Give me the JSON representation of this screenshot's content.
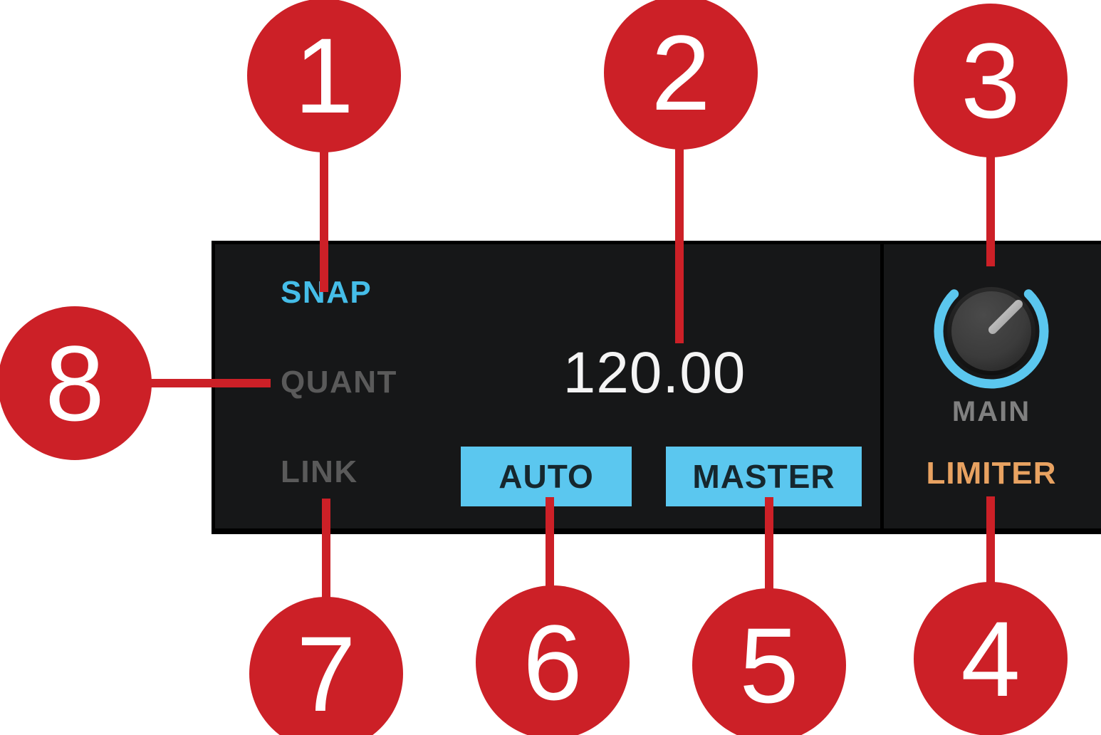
{
  "panel": {
    "name": "transport-tempo-panel",
    "background_color": "#161718",
    "border_color": "#000000",
    "toggles": [
      {
        "id": "snap",
        "label": "SNAP",
        "state": "on",
        "color": "#45bde8"
      },
      {
        "id": "quant",
        "label": "QUANT",
        "state": "off",
        "color": "#5a5a5a"
      },
      {
        "id": "link",
        "label": "LINK",
        "state": "off",
        "color": "#5a5a5a"
      }
    ],
    "tempo": {
      "value": "120.00",
      "color": "#f4f4f4"
    },
    "buttons": [
      {
        "id": "auto",
        "label": "AUTO",
        "state": "on",
        "background": "#5bc7ef",
        "text_color": "#16272e"
      },
      {
        "id": "master",
        "label": "MASTER",
        "state": "on",
        "background": "#5bc7ef",
        "text_color": "#16272e"
      }
    ],
    "main_section": {
      "knob": {
        "icon": "rotary-knob-icon",
        "label": "MAIN",
        "label_color": "#808080",
        "arc_color": "#5bc7ef",
        "body_color": "#3a3a3a",
        "pointer_color": "#b8b8b8",
        "arc_start_deg": 225,
        "arc_end_deg": 45,
        "pointer_deg": 45
      },
      "limiter": {
        "label": "LIMITER",
        "state": "on",
        "color": "#e8a261"
      }
    }
  },
  "callouts": {
    "marker_color": "#cc2027",
    "text_color": "#ffffff",
    "items": [
      {
        "number": "1",
        "target": "SNAP"
      },
      {
        "number": "2",
        "target": "120.00"
      },
      {
        "number": "3",
        "target": "MAIN knob"
      },
      {
        "number": "4",
        "target": "LIMITER"
      },
      {
        "number": "5",
        "target": "MASTER"
      },
      {
        "number": "6",
        "target": "AUTO"
      },
      {
        "number": "7",
        "target": "LINK"
      },
      {
        "number": "8",
        "target": "QUANT"
      }
    ]
  }
}
